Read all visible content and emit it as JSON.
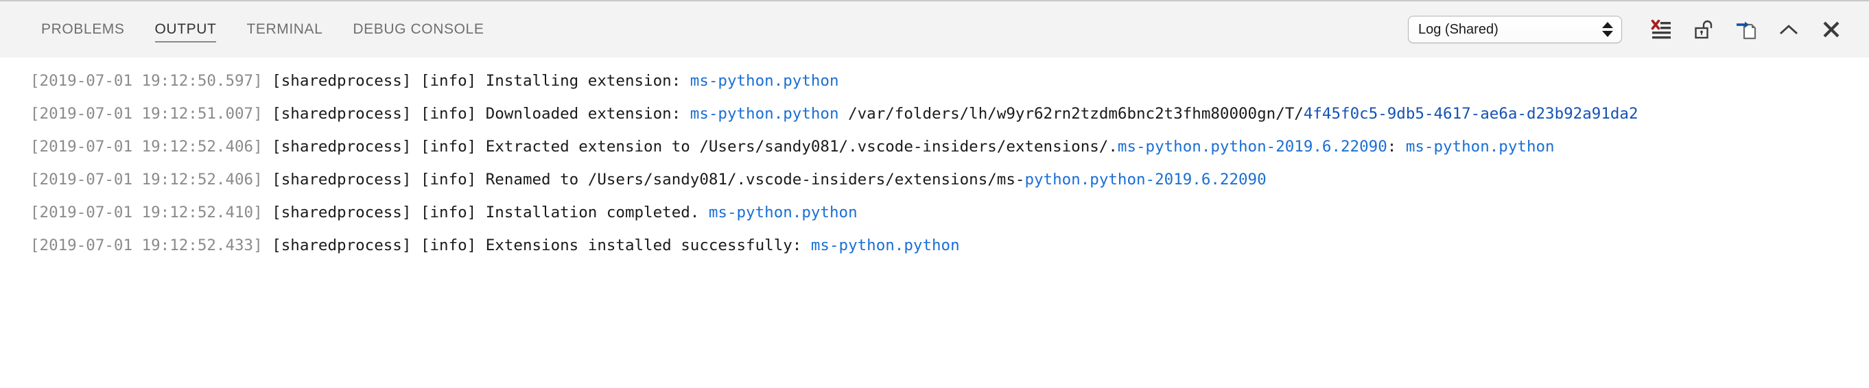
{
  "panel": {
    "tabs": [
      {
        "label": "PROBLEMS",
        "active": false
      },
      {
        "label": "OUTPUT",
        "active": true
      },
      {
        "label": "TERMINAL",
        "active": false
      },
      {
        "label": "DEBUG CONSOLE",
        "active": false
      }
    ],
    "channel_select": {
      "value": "Log (Shared)",
      "options": [
        "Log (Shared)"
      ]
    },
    "actions": [
      {
        "name": "clear-output-button",
        "title": "Clear Output"
      },
      {
        "name": "toggle-lock-button",
        "title": "Turn Auto Scrolling Off"
      },
      {
        "name": "open-in-editor-button",
        "title": "Open Output in Editor"
      },
      {
        "name": "collapse-panel-button",
        "title": "Maximize Panel Size"
      },
      {
        "name": "close-panel-button",
        "title": "Close Panel"
      }
    ]
  },
  "output": {
    "lines": [
      {
        "timestamp": "[2019-07-01 19:12:50.597]",
        "source": " [sharedprocess] [info] ",
        "message": "Installing extension: ",
        "link": "ms-python.python",
        "tail": ""
      },
      {
        "timestamp": "[2019-07-01 19:12:51.007]",
        "source": " [sharedprocess] [info] ",
        "message": "Downloaded extension: ",
        "link": "ms-python.python",
        "tail": " /var/folders/lh/w9yr62rn2tzdm6bnc2t3fhm80000gn/T/",
        "link2": "4f45f0c5-9db5-4617-ae6a-d23b92a91da2"
      },
      {
        "timestamp": "[2019-07-01 19:12:52.406]",
        "source": " [sharedprocess] [info] ",
        "message": "Extracted extension to /Users/sandy081/.vscode-insiders/extensions/.",
        "link": "ms-python.python-2019.6.22090",
        "tail": ": ",
        "link2": "ms-python.python"
      },
      {
        "timestamp": "[2019-07-01 19:12:52.406]",
        "source": " [sharedprocess] [info] ",
        "message": "Renamed to /Users/sandy081/.vscode-insiders/extensions/ms-",
        "link": "python.python-2019.6.22090",
        "tail": ""
      },
      {
        "timestamp": "[2019-07-01 19:12:52.410]",
        "source": " [sharedprocess] [info] ",
        "message": "Installation completed. ",
        "link": "ms-python.python",
        "tail": ""
      },
      {
        "timestamp": "[2019-07-01 19:12:52.433]",
        "source": " [sharedprocess] [info] ",
        "message": "Extensions installed successfully: ",
        "link": "ms-python.python",
        "tail": ""
      }
    ]
  },
  "colors": {
    "link": "#1a6fd4",
    "timestamp": "#8b8b8b",
    "text": "#1a1a1a",
    "titlebar_bg": "#f3f3f3",
    "clear_icon_x": "#a32020",
    "open_editor_arrow": "#1151a8"
  }
}
